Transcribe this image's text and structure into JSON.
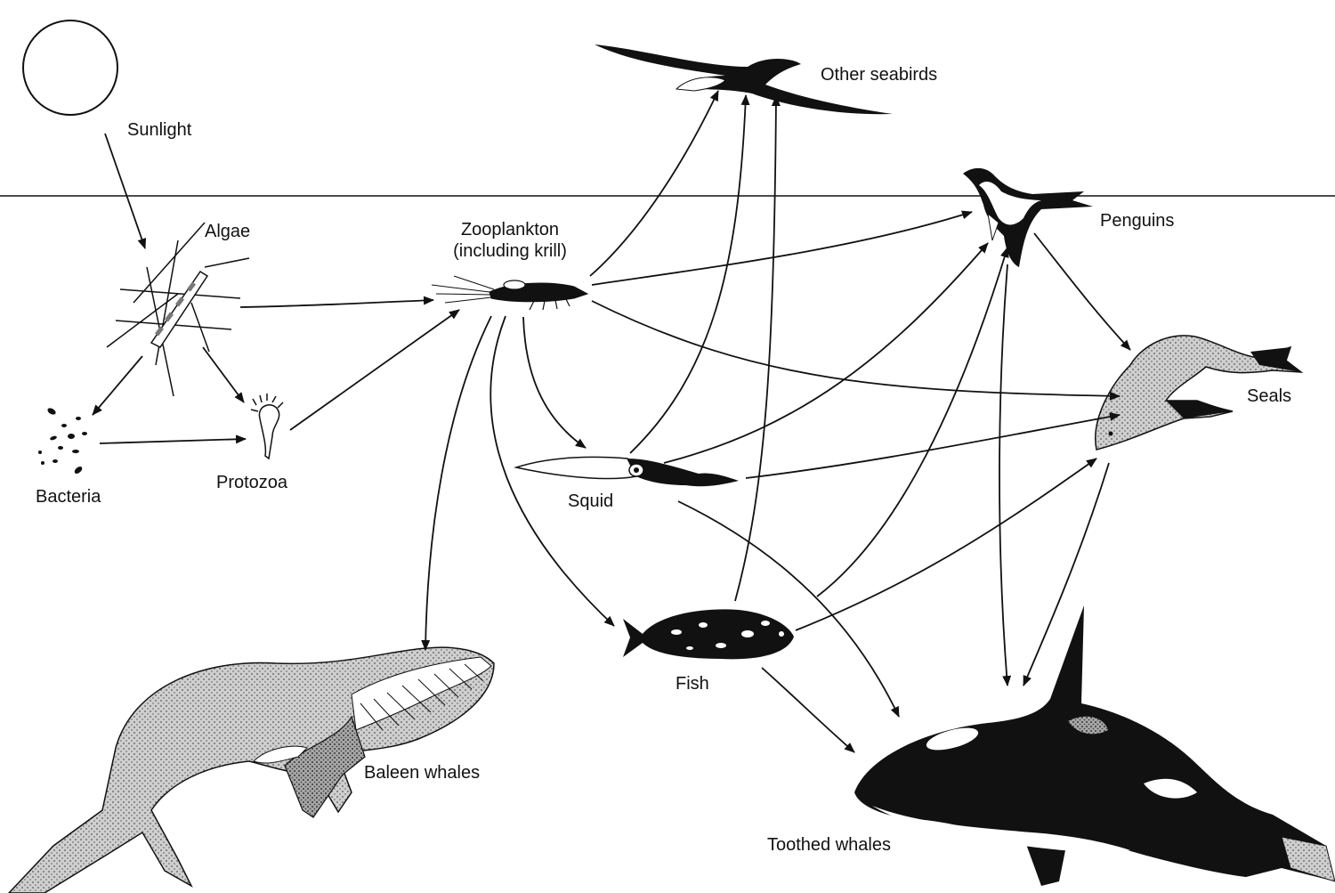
{
  "nodes": {
    "sunlight": "Sunlight",
    "algae": "Algae",
    "zooplankton_line1": "Zooplankton",
    "zooplankton_line2": "(including krill)",
    "other_seabirds": "Other seabirds",
    "penguins": "Penguins",
    "seals": "Seals",
    "bacteria": "Bacteria",
    "protozoa": "Protozoa",
    "squid": "Squid",
    "fish": "Fish",
    "baleen_whales": "Baleen whales",
    "toothed_whales": "Toothed whales"
  },
  "edges": [
    {
      "from": "Sunlight",
      "to": "Algae"
    },
    {
      "from": "Algae",
      "to": "Bacteria"
    },
    {
      "from": "Algae",
      "to": "Protozoa"
    },
    {
      "from": "Algae",
      "to": "Zooplankton"
    },
    {
      "from": "Bacteria",
      "to": "Protozoa"
    },
    {
      "from": "Protozoa",
      "to": "Zooplankton"
    },
    {
      "from": "Zooplankton",
      "to": "Other seabirds"
    },
    {
      "from": "Zooplankton",
      "to": "Penguins"
    },
    {
      "from": "Zooplankton",
      "to": "Seals"
    },
    {
      "from": "Zooplankton",
      "to": "Squid"
    },
    {
      "from": "Zooplankton",
      "to": "Fish"
    },
    {
      "from": "Zooplankton",
      "to": "Baleen whales"
    },
    {
      "from": "Squid",
      "to": "Other seabirds"
    },
    {
      "from": "Squid",
      "to": "Penguins"
    },
    {
      "from": "Squid",
      "to": "Seals"
    },
    {
      "from": "Squid",
      "to": "Toothed whales"
    },
    {
      "from": "Fish",
      "to": "Other seabirds"
    },
    {
      "from": "Fish",
      "to": "Penguins"
    },
    {
      "from": "Fish",
      "to": "Seals"
    },
    {
      "from": "Fish",
      "to": "Toothed whales"
    },
    {
      "from": "Penguins",
      "to": "Seals"
    },
    {
      "from": "Penguins",
      "to": "Toothed whales"
    },
    {
      "from": "Seals",
      "to": "Toothed whales"
    }
  ],
  "colors": {
    "ink": "#111111",
    "background": "#ffffff",
    "shade": "#8a8a8a"
  }
}
